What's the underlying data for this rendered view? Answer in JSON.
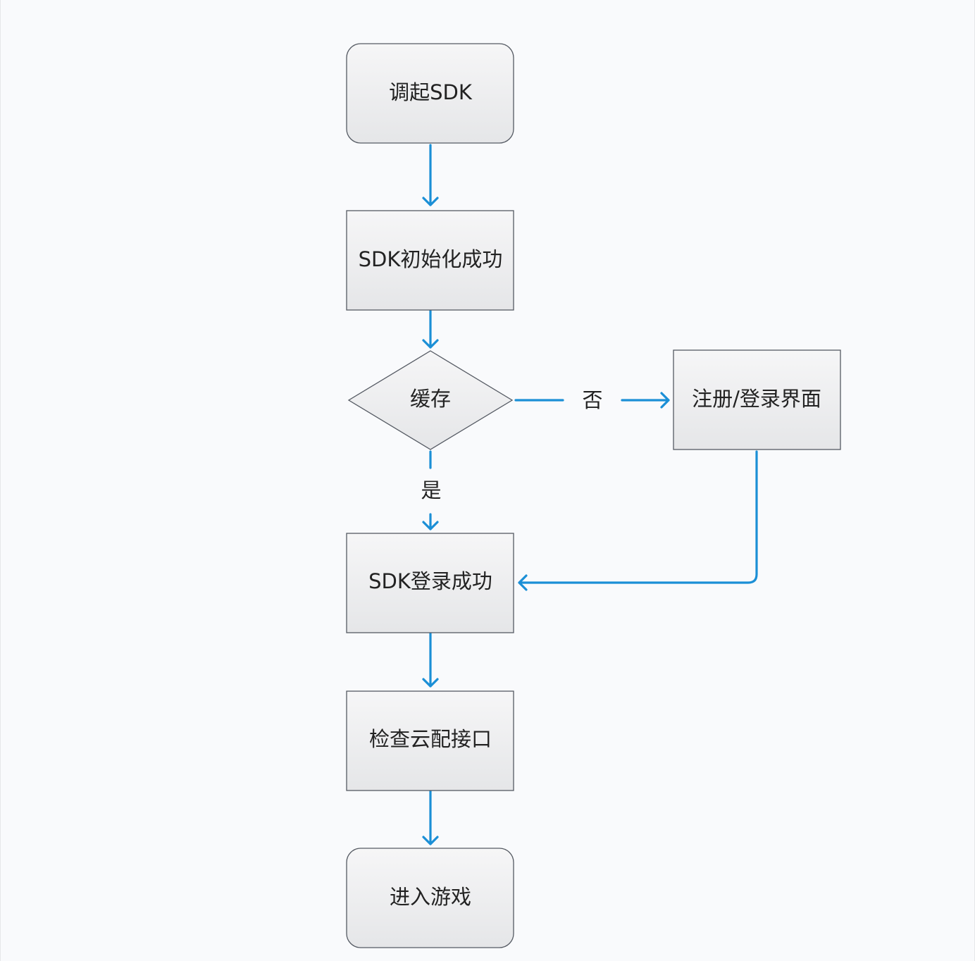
{
  "nodes": {
    "start": "调起SDK",
    "init": "SDK初始化成功",
    "cache": "缓存",
    "register": "注册/登录界面",
    "login": "SDK登录成功",
    "check": "检查云配接口",
    "end": "进入游戏"
  },
  "edges": {
    "yes": "是",
    "no": "否"
  },
  "colors": {
    "arrow": "#1b8fd6",
    "box_fill_top": "#f6f6f7",
    "box_fill_bottom": "#e5e6e8",
    "box_stroke": "#555a63"
  }
}
